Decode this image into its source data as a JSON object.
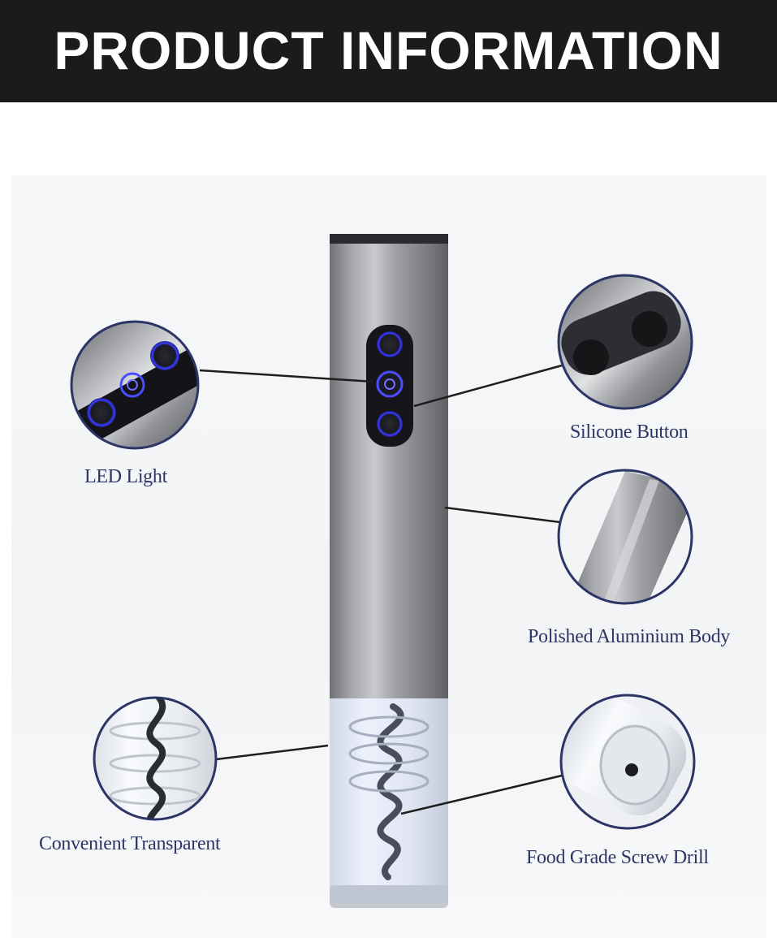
{
  "header": {
    "title": "PRODUCT INFORMATION"
  },
  "colors": {
    "header_bg": "#1b1b1b",
    "label_text": "#2b3566",
    "led_blue": "#3a3cff",
    "body_metal": "#8d8f93"
  },
  "callouts": [
    {
      "id": "led-light",
      "label": "LED Light",
      "icon": "led-light-closeup"
    },
    {
      "id": "silicone-button",
      "label": "Silicone Button",
      "icon": "silicone-button-closeup"
    },
    {
      "id": "aluminium-body",
      "label": "Polished Aluminium Body",
      "icon": "aluminium-body-closeup"
    },
    {
      "id": "transparent",
      "label": "Convenient Transparent",
      "icon": "transparent-sleeve-closeup"
    },
    {
      "id": "screw-drill",
      "label": "Food Grade Screw Drill",
      "icon": "screw-drill-closeup"
    }
  ]
}
